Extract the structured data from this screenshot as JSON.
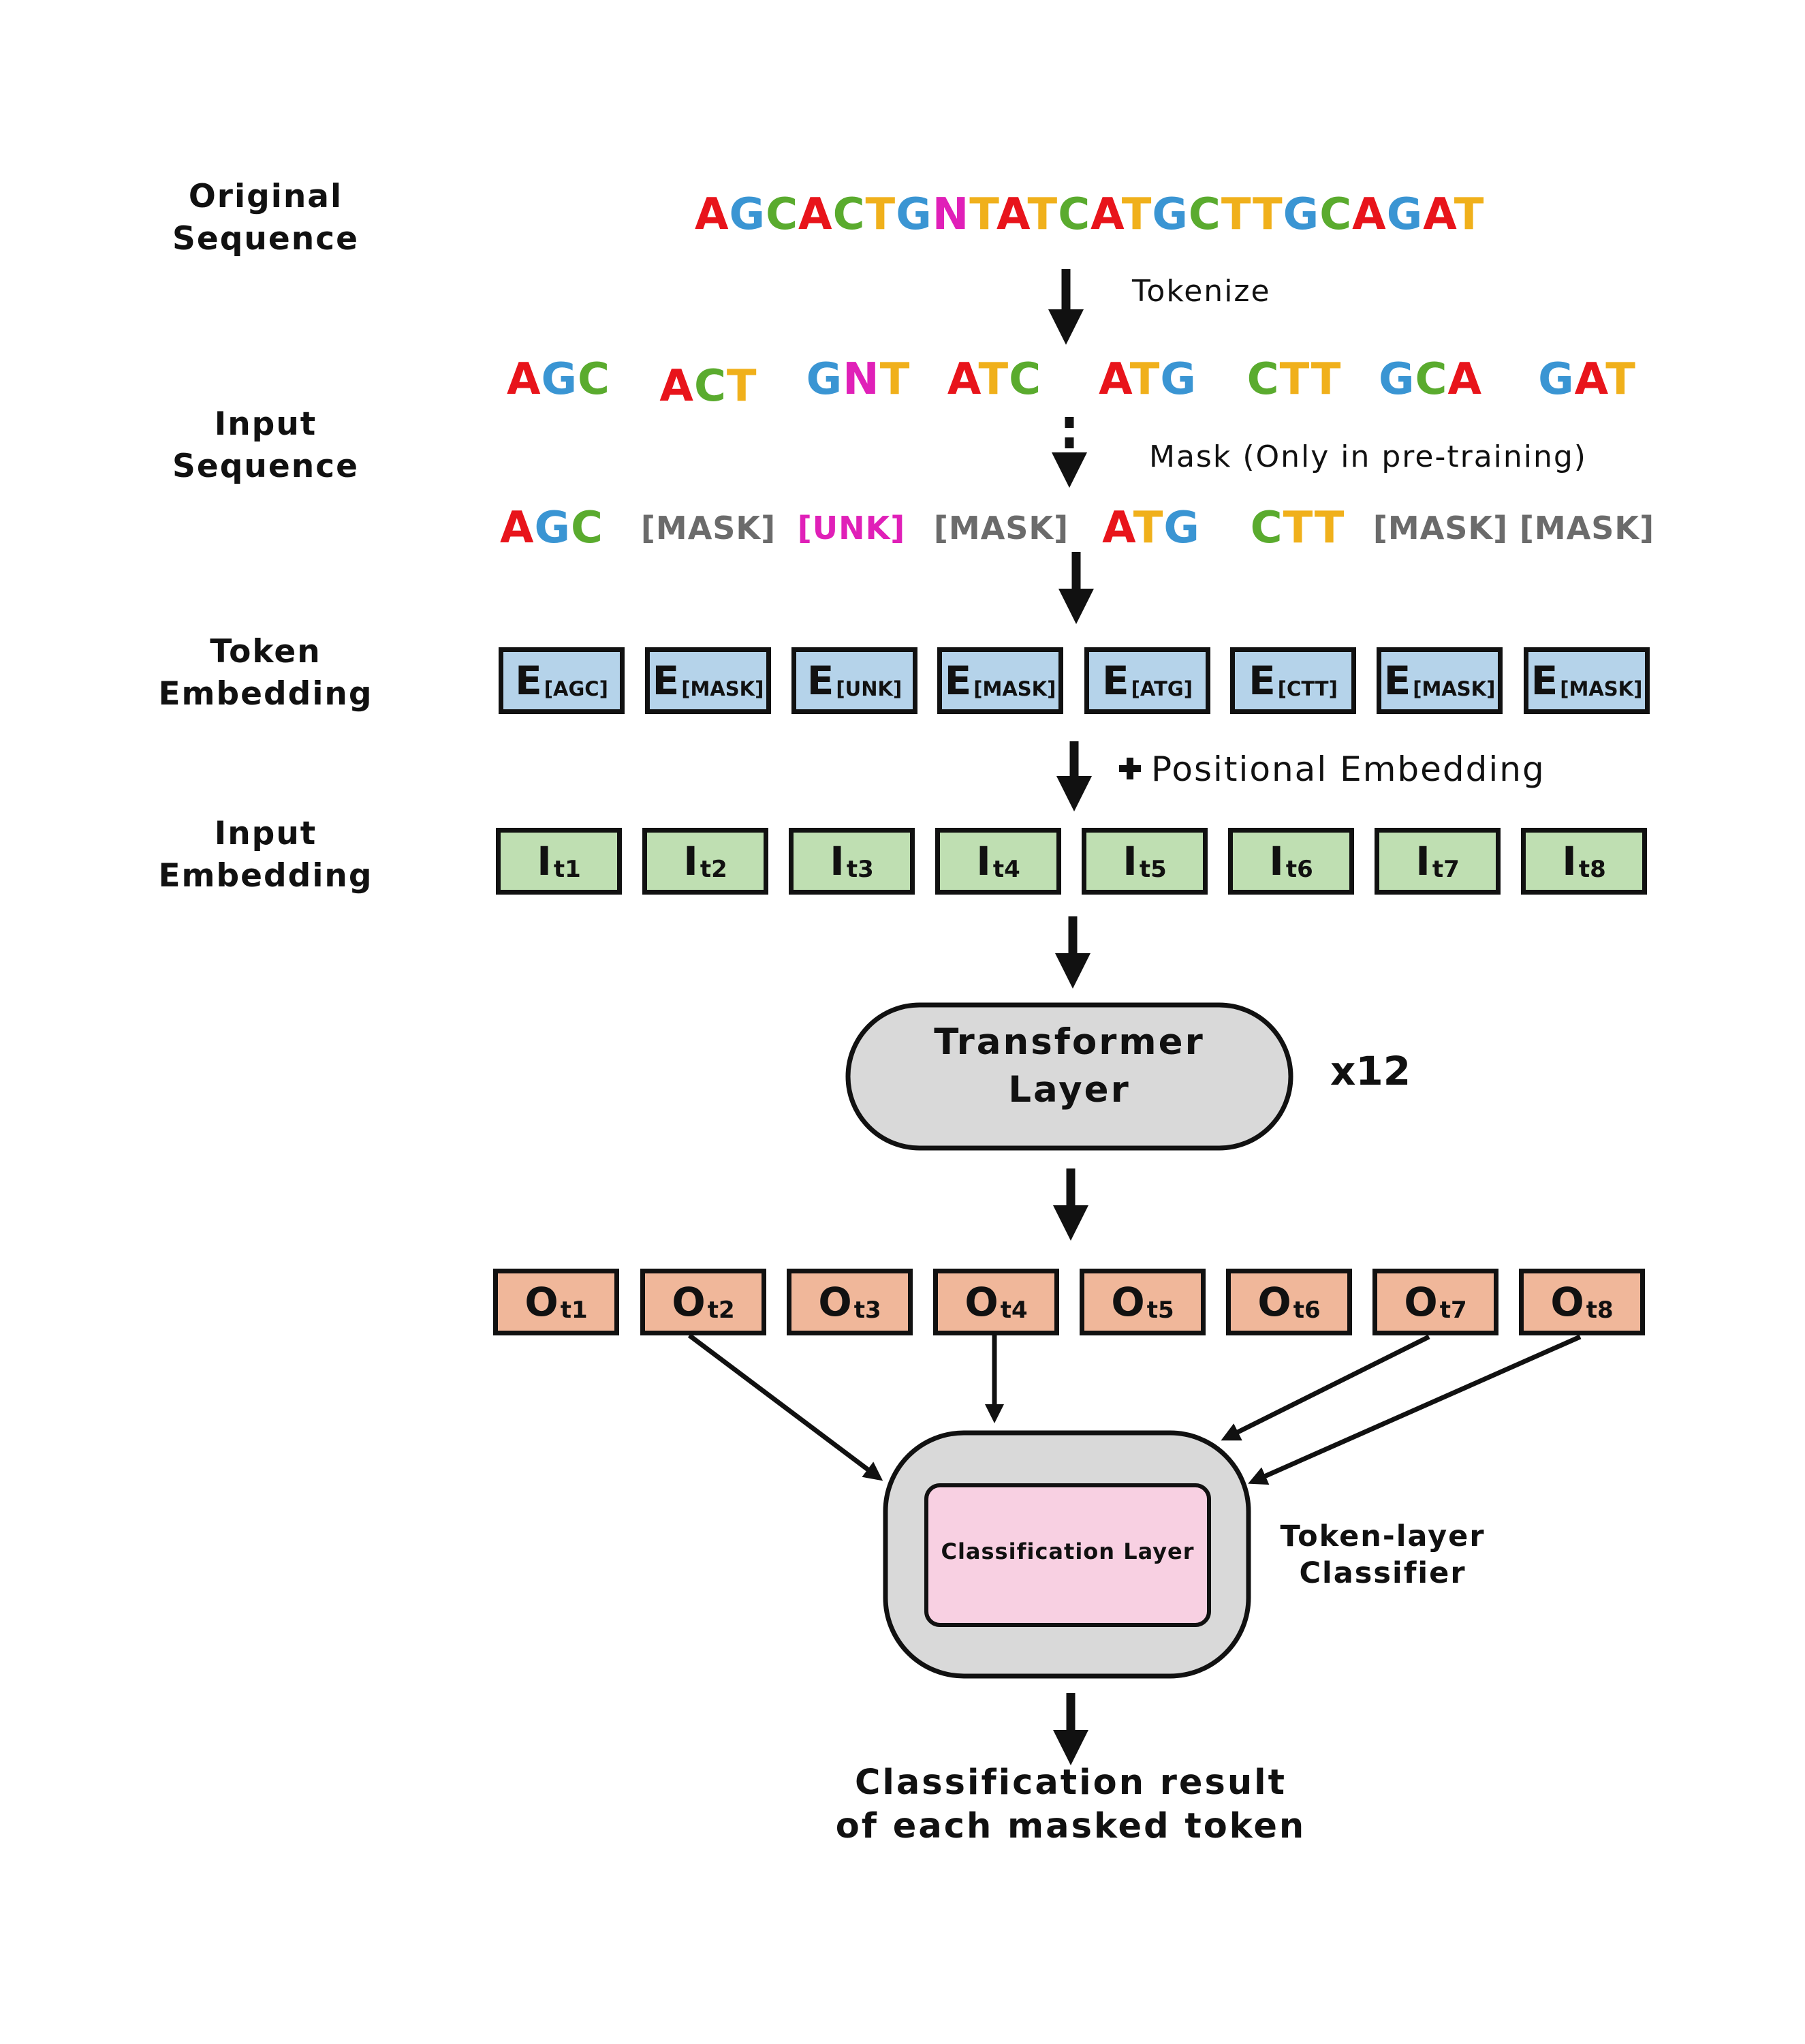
{
  "labels": {
    "original_sequence": [
      "Original",
      "Sequence"
    ],
    "input_sequence": [
      "Input",
      "Sequence"
    ],
    "token_embedding": [
      "Token",
      "Embedding"
    ],
    "input_embedding": [
      "Input",
      "Embedding"
    ]
  },
  "original_sequence": [
    {
      "c": "A",
      "color": "#e8141b"
    },
    {
      "c": "G",
      "color": "#3a95d3"
    },
    {
      "c": "C",
      "color": "#5aab2e"
    },
    {
      "c": "A",
      "color": "#e8141b"
    },
    {
      "c": "C",
      "color": "#5aab2e"
    },
    {
      "c": "T",
      "color": "#f0b01b"
    },
    {
      "c": "G",
      "color": "#3a95d3"
    },
    {
      "c": "N",
      "color": "#e020b8"
    },
    {
      "c": "T",
      "color": "#f0b01b"
    },
    {
      "c": "A",
      "color": "#e8141b"
    },
    {
      "c": "T",
      "color": "#f0b01b"
    },
    {
      "c": "C",
      "color": "#5aab2e"
    },
    {
      "c": "A",
      "color": "#e8141b"
    },
    {
      "c": "T",
      "color": "#f0b01b"
    },
    {
      "c": "G",
      "color": "#3a95d3"
    },
    {
      "c": "C",
      "color": "#5aab2e"
    },
    {
      "c": "T",
      "color": "#f0b01b"
    },
    {
      "c": "T",
      "color": "#f0b01b"
    },
    {
      "c": "G",
      "color": "#3a95d3"
    },
    {
      "c": "C",
      "color": "#5aab2e"
    },
    {
      "c": "A",
      "color": "#e8141b"
    },
    {
      "c": "G",
      "color": "#3a95d3"
    },
    {
      "c": "A",
      "color": "#e8141b"
    },
    {
      "c": "T",
      "color": "#f0b01b"
    }
  ],
  "tokenize_label": "Tokenize",
  "tokens": [
    [
      {
        "c": "A",
        "color": "#e8141b"
      },
      {
        "c": "G",
        "color": "#3a95d3"
      },
      {
        "c": "C",
        "color": "#5aab2e"
      }
    ],
    [
      {
        "c": "A",
        "color": "#e8141b"
      },
      {
        "c": "C",
        "color": "#5aab2e"
      },
      {
        "c": "T",
        "color": "#f0b01b"
      }
    ],
    [
      {
        "c": "G",
        "color": "#3a95d3"
      },
      {
        "c": "N",
        "color": "#e020b8"
      },
      {
        "c": "T",
        "color": "#f0b01b"
      }
    ],
    [
      {
        "c": "A",
        "color": "#e8141b"
      },
      {
        "c": "T",
        "color": "#f0b01b"
      },
      {
        "c": "C",
        "color": "#5aab2e"
      }
    ],
    [
      {
        "c": "A",
        "color": "#e8141b"
      },
      {
        "c": "T",
        "color": "#f0b01b"
      },
      {
        "c": "G",
        "color": "#3a95d3"
      }
    ],
    [
      {
        "c": "C",
        "color": "#5aab2e"
      },
      {
        "c": "T",
        "color": "#f0b01b"
      },
      {
        "c": "T",
        "color": "#f0b01b"
      }
    ],
    [
      {
        "c": "G",
        "color": "#3a95d3"
      },
      {
        "c": "C",
        "color": "#5aab2e"
      },
      {
        "c": "A",
        "color": "#e8141b"
      }
    ],
    [
      {
        "c": "G",
        "color": "#3a95d3"
      },
      {
        "c": "A",
        "color": "#e8141b"
      },
      {
        "c": "T",
        "color": "#f0b01b"
      }
    ]
  ],
  "mask_label": "Mask (Only in pre-training)",
  "masked_tokens": [
    {
      "type": "seq",
      "chars": [
        {
          "c": "A",
          "color": "#e8141b"
        },
        {
          "c": "G",
          "color": "#3a95d3"
        },
        {
          "c": "C",
          "color": "#5aab2e"
        }
      ]
    },
    {
      "type": "special",
      "text": "[MASK]",
      "color": "#6b6b6b"
    },
    {
      "type": "special",
      "text": "[UNK]",
      "color": "#e020b8"
    },
    {
      "type": "special",
      "text": "[MASK]",
      "color": "#6b6b6b"
    },
    {
      "type": "seq",
      "chars": [
        {
          "c": "A",
          "color": "#e8141b"
        },
        {
          "c": "T",
          "color": "#f0b01b"
        },
        {
          "c": "G",
          "color": "#3a95d3"
        }
      ]
    },
    {
      "type": "seq",
      "chars": [
        {
          "c": "C",
          "color": "#5aab2e"
        },
        {
          "c": "T",
          "color": "#f0b01b"
        },
        {
          "c": "T",
          "color": "#f0b01b"
        }
      ]
    },
    {
      "type": "special",
      "text": "[MASK]",
      "color": "#6b6b6b"
    },
    {
      "type": "special",
      "text": "[MASK]",
      "color": "#6b6b6b"
    }
  ],
  "token_embeddings": [
    {
      "main": "E",
      "sub": "[AGC]"
    },
    {
      "main": "E",
      "sub": "[MASK]"
    },
    {
      "main": "E",
      "sub": "[UNK]"
    },
    {
      "main": "E",
      "sub": "[MASK]"
    },
    {
      "main": "E",
      "sub": "[ATG]"
    },
    {
      "main": "E",
      "sub": "[CTT]"
    },
    {
      "main": "E",
      "sub": "[MASK]"
    },
    {
      "main": "E",
      "sub": "[MASK]"
    }
  ],
  "positional_label": "Positional Embedding",
  "plus_symbol": "+",
  "input_embeddings": [
    {
      "main": "I",
      "sub": "t1"
    },
    {
      "main": "I",
      "sub": "t2"
    },
    {
      "main": "I",
      "sub": "t3"
    },
    {
      "main": "I",
      "sub": "t4"
    },
    {
      "main": "I",
      "sub": "t5"
    },
    {
      "main": "I",
      "sub": "t6"
    },
    {
      "main": "I",
      "sub": "t7"
    },
    {
      "main": "I",
      "sub": "t8"
    }
  ],
  "transformer": {
    "line1": "Transformer",
    "line2": "Layer",
    "repeat": "x12"
  },
  "outputs": [
    {
      "main": "O",
      "sub": "t1"
    },
    {
      "main": "O",
      "sub": "t2"
    },
    {
      "main": "O",
      "sub": "t3"
    },
    {
      "main": "O",
      "sub": "t4"
    },
    {
      "main": "O",
      "sub": "t5"
    },
    {
      "main": "O",
      "sub": "t6"
    },
    {
      "main": "O",
      "sub": "t7"
    },
    {
      "main": "O",
      "sub": "t8"
    }
  ],
  "classifier": {
    "inner": "Classification Layer",
    "label1": "Token-layer",
    "label2": "Classifier"
  },
  "result": {
    "line1": "Classification result",
    "line2": "of each masked token"
  },
  "colors": {
    "token_embedding_fill": "#b5d3ea",
    "input_embedding_fill": "#bfdfb2",
    "output_fill": "#f0b79a",
    "transformer_fill": "#d9d9d9",
    "classifier_outer_fill": "#d9d9d9",
    "classifier_inner_fill": "#f8d0e2"
  }
}
